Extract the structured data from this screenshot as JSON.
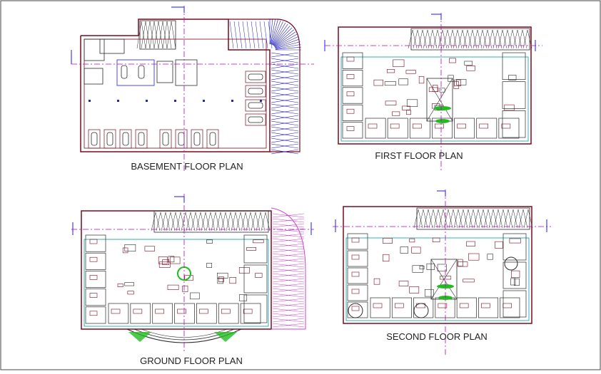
{
  "plans": {
    "basement": {
      "title": "BASEMENT FLOOR PLAN"
    },
    "first": {
      "title": "FIRST FLOOR PLAN"
    },
    "ground": {
      "title": "GROUND FLOOR PLAN"
    },
    "second": {
      "title": "SECOND FLOOR PLAN"
    }
  },
  "colors": {
    "wall": "#7a0a1e",
    "partition": "#2a2a2a",
    "column": "#2a2aa0",
    "grid_axis": "#c000c0",
    "axis_marker": "#1a1aff",
    "ramp_blue": "#2020c0",
    "ramp_magenta": "#d040d0",
    "teal": "#00a0a0",
    "green": "#22bb22",
    "frame": "#333333"
  },
  "icons": {
    "car": "car-icon",
    "stair": "staircase-icon",
    "ramp": "ramp-icon",
    "north": "section-marker-icon"
  }
}
